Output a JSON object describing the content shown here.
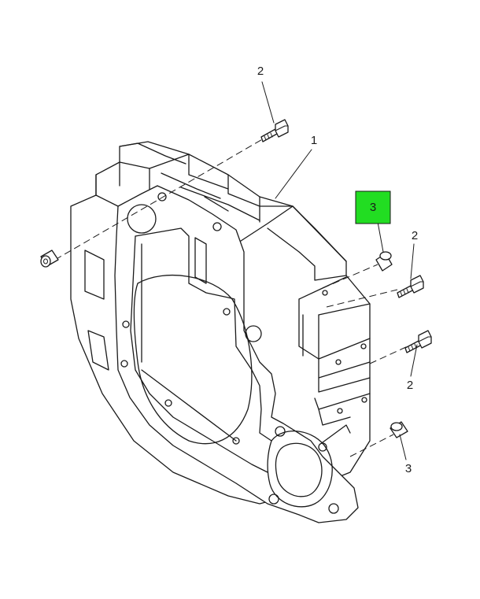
{
  "callouts": [
    {
      "id": "callout-2-top",
      "label": "2"
    },
    {
      "id": "callout-1",
      "label": "1"
    },
    {
      "id": "callout-3-highlighted",
      "label": "3",
      "highlighted": true
    },
    {
      "id": "callout-2-right-upper",
      "label": "2"
    },
    {
      "id": "callout-2-right-lower",
      "label": "2"
    },
    {
      "id": "callout-3-lower",
      "label": "3"
    }
  ],
  "colors": {
    "highlight": "#22dd22",
    "line": "#1a1a1a",
    "background": "#ffffff"
  },
  "footer": {
    "left_code": "",
    "right_code": ""
  }
}
